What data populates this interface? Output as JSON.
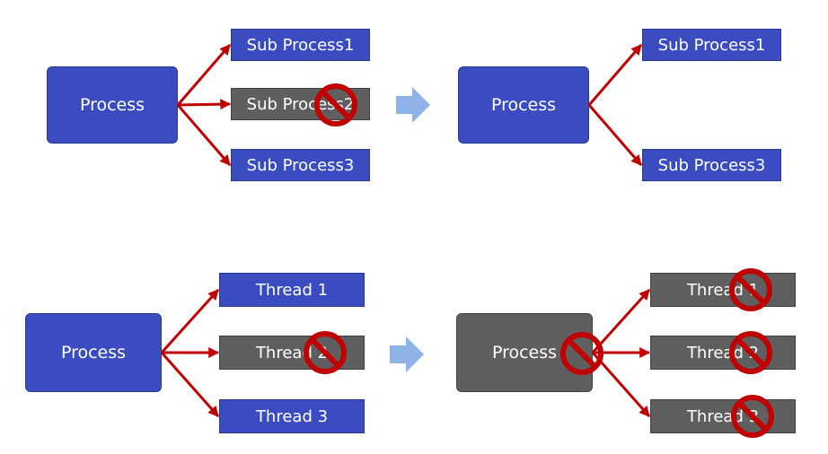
{
  "colors": {
    "blue": "#3a4cc0",
    "gray": "#5f5f5f",
    "arrow": "#c00000",
    "transition_arrow": "#8fb3e6",
    "no_sign": "#c00000"
  },
  "top_left": {
    "process": "Process",
    "children": [
      "Sub Process1",
      "Sub Process2",
      "Sub Process3"
    ],
    "terminated": [
      false,
      true,
      false
    ]
  },
  "top_right": {
    "process": "Process",
    "children": [
      "Sub Process1",
      "Sub Process3"
    ]
  },
  "bottom_left": {
    "process": "Process",
    "children": [
      "Thread 1",
      "Thread 2",
      "Thread 3"
    ],
    "terminated": [
      false,
      true,
      false
    ]
  },
  "bottom_right": {
    "process": "Process",
    "process_terminated": true,
    "children": [
      "Thread 1",
      "Thread 2",
      "Thread 3"
    ],
    "terminated": [
      true,
      true,
      true
    ]
  },
  "icons": {
    "no_sign": "prohibition-icon",
    "transition": "right-arrow-icon"
  }
}
